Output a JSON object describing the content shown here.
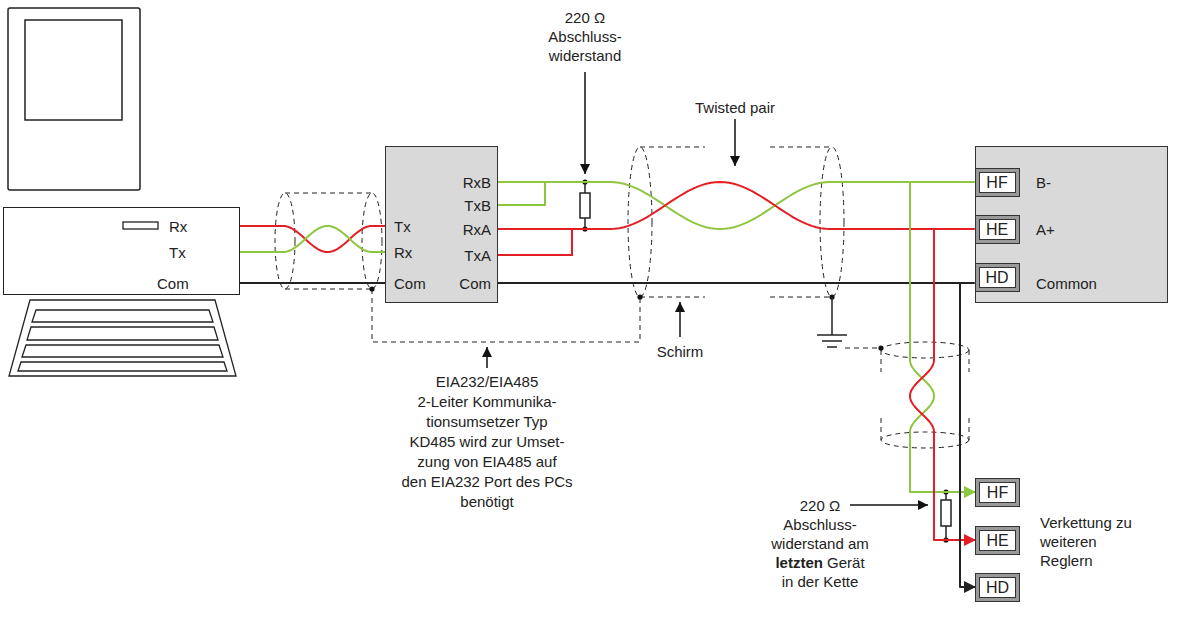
{
  "diagram": {
    "nodes": [
      {
        "text": [
          "Rx",
          "Tx",
          "Com"
        ]
      },
      {
        "text": [
          "Tx",
          "Rx",
          "Com",
          "RxB",
          "TxB",
          "RxA",
          "TxA",
          "Com"
        ]
      },
      {
        "text": [
          "B-",
          "A+",
          "Common"
        ]
      },
      {
        "text": [
          "HF"
        ],
        "in": 2
      },
      {
        "text": [
          "HE"
        ],
        "in": 2
      },
      {
        "text": [
          "HD"
        ],
        "in": 2
      },
      {
        "text": [
          "HF"
        ]
      },
      {
        "text": [
          "HE"
        ]
      },
      {
        "text": [
          "HD"
        ]
      }
    ],
    "edges": [
      {
        "from": 0,
        "to": 1,
        "arrow": "none"
      },
      {
        "from": 0,
        "to": 1,
        "arrow": "none"
      },
      {
        "from": 0,
        "to": 1,
        "arrow": "none"
      },
      {
        "from": 1,
        "to": 3,
        "arrow": "none"
      },
      {
        "from": 1,
        "to": 4,
        "arrow": "none"
      },
      {
        "from": 1,
        "to": 5,
        "arrow": "none"
      },
      {
        "from": 3,
        "to": 6,
        "arrow": "to"
      },
      {
        "from": 4,
        "to": 7,
        "arrow": "to"
      },
      {
        "from": 5,
        "to": 8,
        "arrow": "to"
      }
    ],
    "labels": [
      "220 Ω Abschluss- widerstand",
      "Twisted pair",
      "Schirm",
      "EIA232/EIA485 2-Leiter Kommunika- tionsumsetzer Typ KD485 wird zur Umset- zung von EIA485 auf den EIA232 Port des PCs benötigt",
      "220 Ω Abschluss- widerstand am letzten Gerät in der Kette",
      "Verkettung zu weiteren Reglern"
    ]
  }
}
